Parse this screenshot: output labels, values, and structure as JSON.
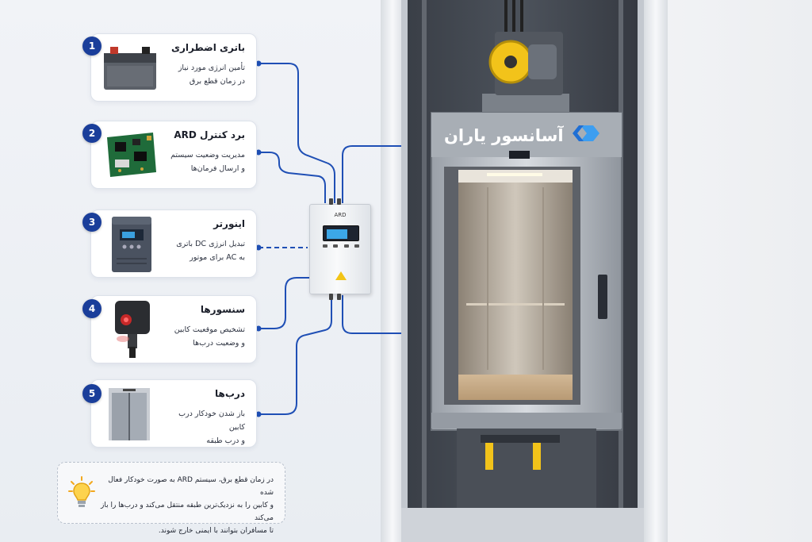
{
  "cards": [
    {
      "number": "1",
      "title": "باتری اضطراری",
      "lines": [
        "تأمین انرژی مورد نیاز",
        "در زمان قطع برق"
      ],
      "icon": "battery-icon"
    },
    {
      "number": "2",
      "title": "برد کنترل ARD",
      "lines": [
        "مدیریت وضعیت سیستم",
        "و ارسال فرمان‌ها"
      ],
      "icon": "control-board-icon"
    },
    {
      "number": "3",
      "title": "اینورتر",
      "lines": [
        "تبدیل انرژی DC باتری",
        "به AC برای موتور"
      ],
      "icon": "inverter-icon"
    },
    {
      "number": "4",
      "title": "سنسورها",
      "lines": [
        "تشخیص موقعیت کابین",
        "و وضعیت درب‌ها"
      ],
      "icon": "sensor-icon"
    },
    {
      "number": "5",
      "title": "درب‌ها",
      "lines": [
        "باز شدن خودکار درب کابین",
        "و درب طبقه"
      ],
      "icon": "doors-icon"
    }
  ],
  "ard_label": "ARD",
  "brand": "آسانسور یاران",
  "note": {
    "lines": [
      "در زمان قطع برق، سیستم ARD به صورت خودکار فعال شده",
      "و کابین را به نزدیک‌ترین طبقه منتقل می‌کند و درب‌ها را باز می‌کند",
      "تا مسافران بتوانند با ایمنی خارج شوند."
    ],
    "icon": "lightbulb-icon"
  },
  "colors": {
    "accent": "#1a3e9a",
    "connector": "#1f4fb5"
  }
}
